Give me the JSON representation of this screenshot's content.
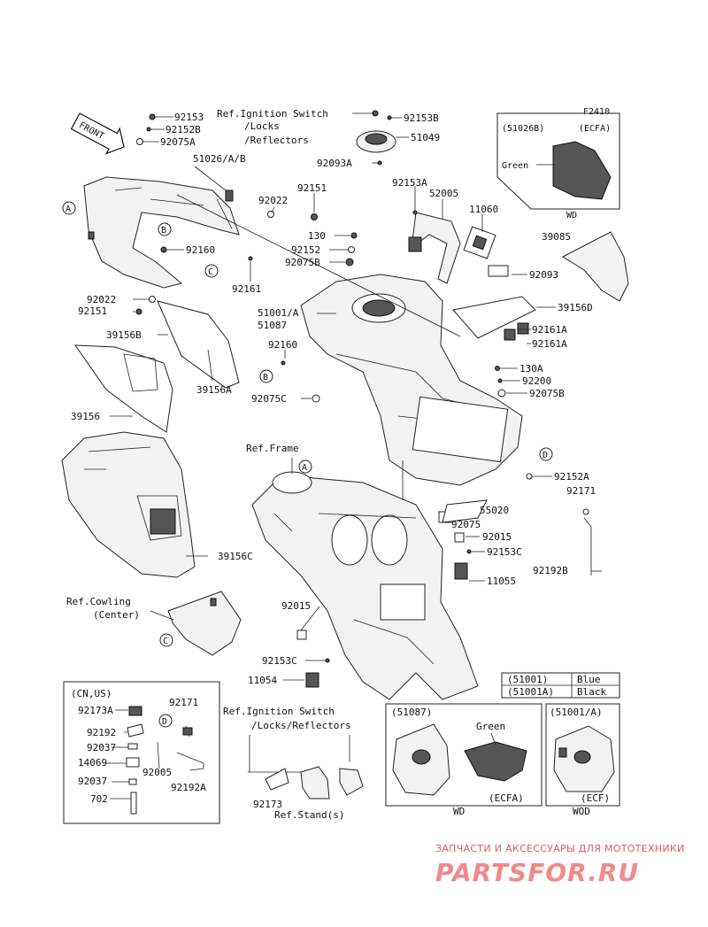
{
  "figure_code": "F2410",
  "front_marker": "FRONT",
  "refs": {
    "ignition_top": [
      "Ref.Ignition Switch",
      "/Locks",
      "/Reflectors"
    ],
    "frame": "Ref.Frame",
    "cowling": [
      "Ref.Cowling",
      "(Center)"
    ],
    "ignition_bottom": [
      "Ref.Ignition Switch",
      "/Locks/Reflectors"
    ],
    "stand": "Ref.Stand(s)"
  },
  "parts": {
    "p92153": "92153",
    "p92152B": "92152B",
    "p92075A": "92075A",
    "p51026AB": "51026/A/B",
    "p92022a": "92022",
    "p92151a": "92151",
    "p92160a": "92160",
    "p92161": "92161",
    "p92022b": "92022",
    "p92151b": "92151",
    "p39156B": "39156B",
    "p39156A": "39156A",
    "p39156": "39156",
    "p39156C": "39156C",
    "p92153B": "92153B",
    "p51049": "51049",
    "p92093A": "92093A",
    "p92153A": "92153A",
    "p52005": "52005",
    "p11060": "11060",
    "p130a": "130",
    "p92152a": "92152",
    "p92075B_top": "92075B",
    "p92093": "92093",
    "p51001A": "51001/A",
    "p51087": "51087",
    "p39156D": "39156D",
    "p92160b": "92160",
    "p92161A_1": "92161A",
    "p92161A_2": "92161A",
    "p130A": "130A",
    "p92200": "92200",
    "p92075B": "92075B",
    "p92075C": "92075C",
    "p39085": "39085",
    "p92152A": "92152A",
    "p92171a": "92171",
    "p55020": "55020",
    "p92075": "92075",
    "p92015a": "92015",
    "p92153Ca": "92153C",
    "p92192B": "92192B",
    "p11055": "11055",
    "p92015b": "92015",
    "p92153Cb": "92153C",
    "p11054": "11054",
    "p92173": "92173"
  },
  "callouts": {
    "A": "A",
    "B": "B",
    "C": "C",
    "D": "D"
  },
  "inset_ecfa_top": {
    "code": "(51026B)",
    "region": "(ECFA)",
    "color_label": "Green",
    "variant": "WD"
  },
  "inset_cn_us": {
    "title": "(CN,US)",
    "parts": [
      "92173A",
      "92192",
      "92037",
      "14069",
      "92037",
      "702"
    ],
    "p92171": "92171",
    "p92005": "92005",
    "p92192A": "92192A",
    "callout": "D"
  },
  "color_table": {
    "rows": [
      {
        "code": "(51001)",
        "color": "Blue"
      },
      {
        "code": "(51001A)",
        "color": "Black"
      }
    ]
  },
  "inset_51087": {
    "code": "(51087)",
    "color_label": "Green",
    "variant": "WD",
    "region": "(ECFA)"
  },
  "inset_51001A": {
    "code": "(51001/A)",
    "variant": "WOD",
    "region": "(ECF)"
  },
  "watermark": {
    "caption": "ЗАПЧАСТИ И АКСЕССУАРЫ ДЛЯ МОТОТЕХНИКИ",
    "brand": "PARTSFOR.RU"
  }
}
